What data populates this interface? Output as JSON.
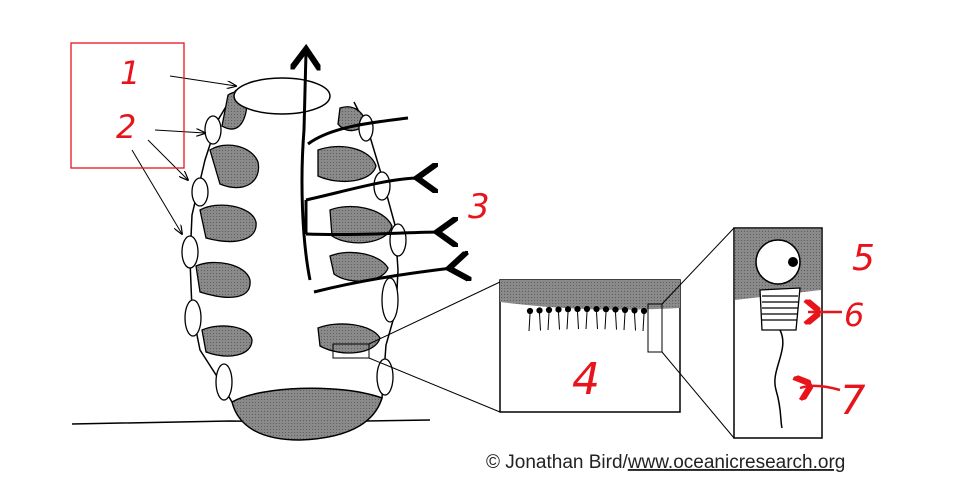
{
  "labels": {
    "n1": "1",
    "n2": "2",
    "n3": "3",
    "n4": "4",
    "n5": "5",
    "n6": "6",
    "n7": "7"
  },
  "credit": {
    "prefix": "© Jonathan Bird/",
    "url": "www.oceanicresearch.org"
  },
  "colors": {
    "annotation": "#e8141c",
    "fill_dark": "#7d7d7d",
    "line": "#000000"
  }
}
